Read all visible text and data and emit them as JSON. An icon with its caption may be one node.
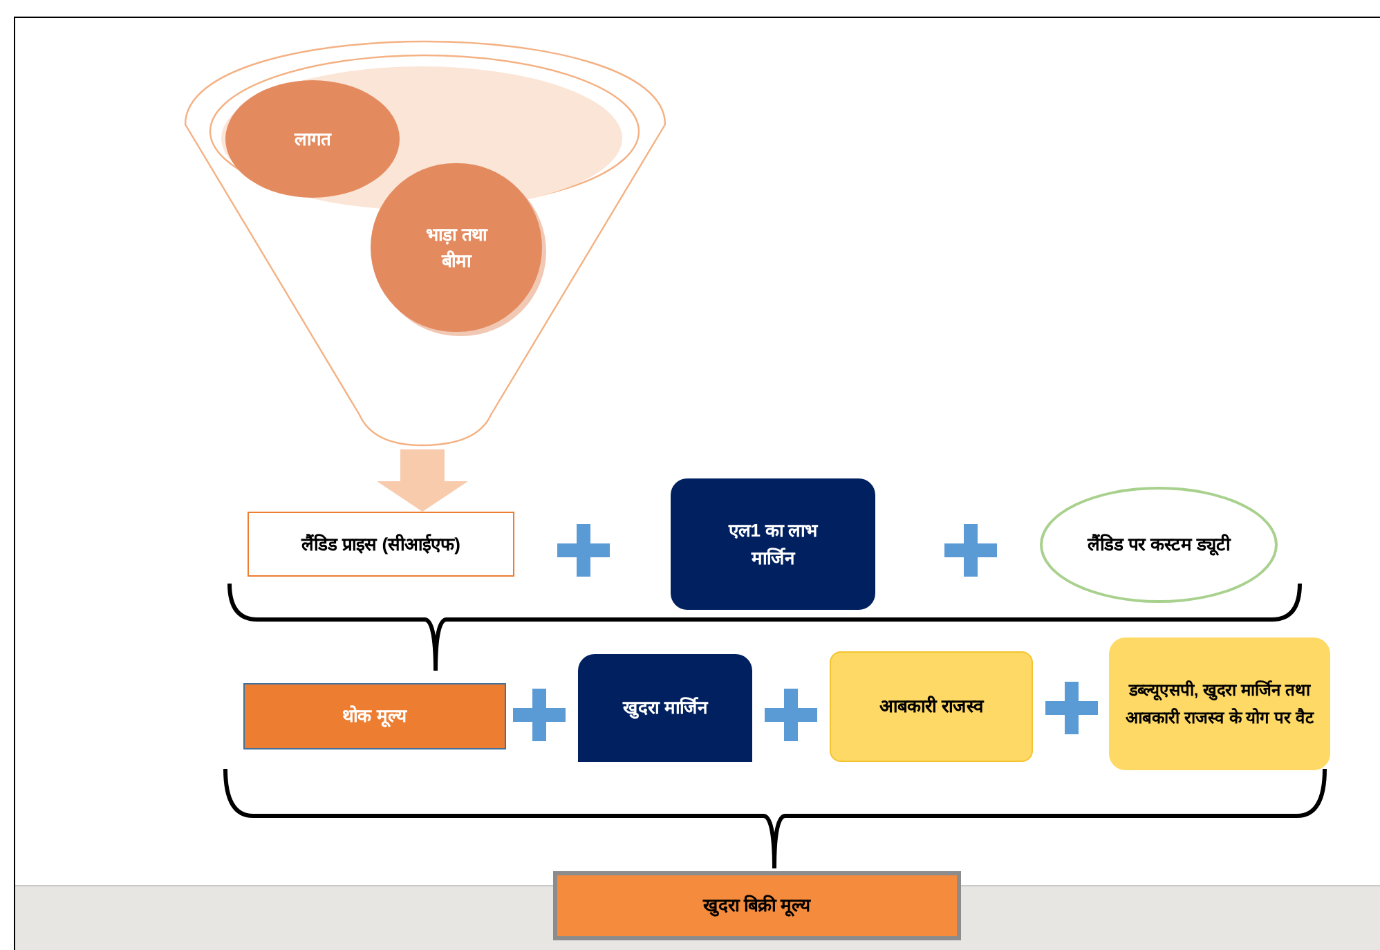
{
  "diagram": {
    "nodes": [
      {
        "text": [],
        "shape": "funnel"
      },
      {
        "text": [
          "लागत"
        ],
        "in": 0
      },
      {
        "text": [
          "भाड़ा तथा बीमा"
        ],
        "in": 0
      },
      {
        "text": [
          "लैंडिड प्राइस (सीआईएफ)"
        ]
      },
      {
        "text": [
          "एल1 का लाभ मार्जिन"
        ]
      },
      {
        "text": [
          "लैंडिड पर कस्टम ड्यूटी"
        ]
      },
      {
        "text": [
          "थोक मूल्य"
        ]
      },
      {
        "text": [
          "खुदरा मार्जिन"
        ]
      },
      {
        "text": [
          "आबकारी राजस्व"
        ]
      },
      {
        "text": [
          "डब्ल्यूएसपी, खुदरा मार्जिन तथा आबकारी राजस्व के योग पर वैट"
        ]
      },
      {
        "text": [
          "खुदरा बिक्री मूल्य"
        ]
      }
    ],
    "edges": [
      {
        "from": 0,
        "to": 3,
        "arrow": "to"
      }
    ]
  }
}
